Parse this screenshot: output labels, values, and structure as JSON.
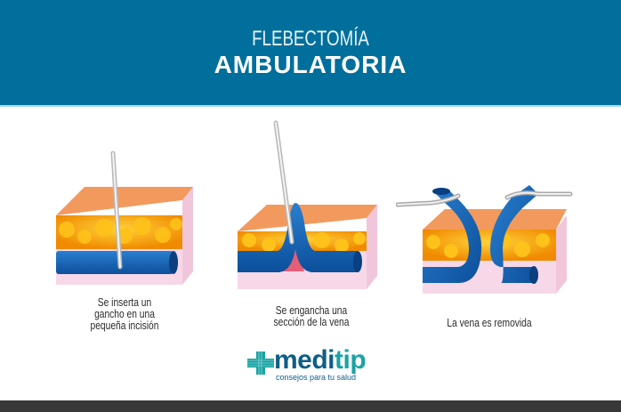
{
  "header": {
    "title_line1": "FLEBECTOMÍA",
    "title_line2": "AMBULATORIA",
    "background": "#006f9c"
  },
  "steps": [
    {
      "caption_lines": [
        "Se inserta un",
        "gancho en una",
        "pequeña incisión"
      ],
      "illustration": "needle-inserted-skin-section-icon"
    },
    {
      "caption_lines": [
        "Se engancha una",
        "sección de la vena"
      ],
      "illustration": "vein-hooked-skin-section-icon"
    },
    {
      "caption_lines": [
        "La vena es removida"
      ],
      "illustration": "vein-removed-skin-section-icon"
    }
  ],
  "logo": {
    "icon": "medical-cross-icon",
    "word_main": "medi",
    "word_accent": "tip",
    "tagline": "consejos para tu salud",
    "colors": {
      "main": "#0f5e86",
      "accent": "#1aa3a3"
    }
  },
  "colors": {
    "skin_top": "#f0945a",
    "fat": "#f5a810",
    "vein": "#1565b8",
    "dermis": "#f6d7e6",
    "footer": "#383838"
  }
}
